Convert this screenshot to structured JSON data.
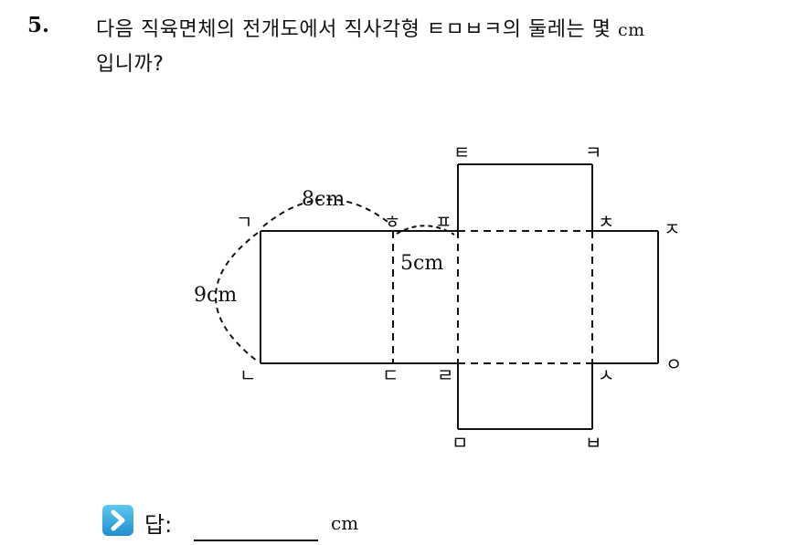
{
  "question": {
    "number": "5.",
    "text": "다음 직육면체의 전개도에서 직사각형 ㅌㅁㅂㅋ의 둘레는 몇 ",
    "unit_inline": "cm",
    "text_line2": "입니까?"
  },
  "diagram": {
    "vertex_labels": {
      "g": "ㄱ",
      "n": "ㄴ",
      "d": "ㄷ",
      "r": "ㄹ",
      "m": "ㅁ",
      "b": "ㅂ",
      "s": "ㅅ",
      "o": "ㅇ",
      "j": "ㅈ",
      "ch": "ㅊ",
      "k": "ㅋ",
      "t": "ㅌ",
      "p": "ㅍ",
      "h": "ㅎ"
    },
    "measurements": {
      "top_edge": "8cm",
      "left_edge": "9cm",
      "inner_edge": "5cm"
    }
  },
  "answer": {
    "label": "답:",
    "unit": "cm",
    "icon": "chevron-right-icon",
    "icon_color": "#1f8fd0"
  }
}
